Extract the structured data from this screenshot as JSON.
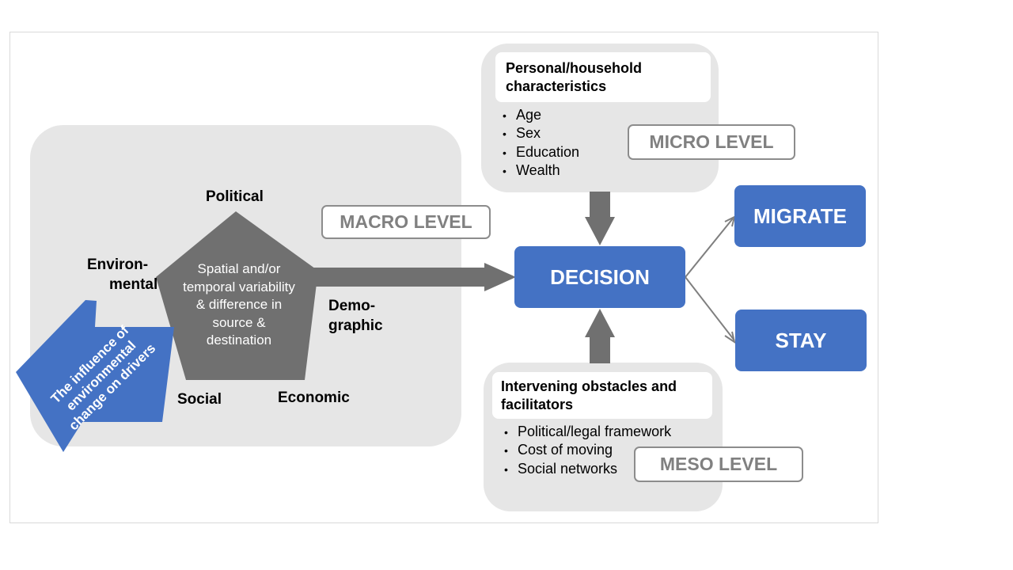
{
  "macro": {
    "level_label": "MACRO LEVEL",
    "pentagon_text": [
      "Spatial and/or",
      "temporal variability",
      "& difference in",
      "source &",
      "destination"
    ],
    "drivers": {
      "political": "Political",
      "environmental": [
        "Environ-",
        "mental"
      ],
      "demographic": [
        "Demo-",
        "graphic"
      ],
      "social": "Social",
      "economic": "Economic"
    },
    "influence_arrow_text": [
      "The influence of",
      "environmental",
      "change on drivers"
    ]
  },
  "micro": {
    "level_label": "MICRO LEVEL",
    "heading": [
      "Personal/household",
      "characteristics"
    ],
    "items": [
      "Age",
      "Sex",
      "Education",
      "Wealth"
    ]
  },
  "meso": {
    "level_label": "MESO LEVEL",
    "heading": [
      "Intervening obstacles and",
      "facilitators"
    ],
    "items": [
      "Political/legal framework",
      "Cost of moving",
      "Social networks"
    ]
  },
  "decision": {
    "label": "DECISION"
  },
  "outcomes": {
    "migrate": "MIGRATE",
    "stay": "STAY"
  },
  "colors": {
    "panel": "#e6e6e6",
    "dark_grey": "#707070",
    "blue": "#4472c4",
    "level_text": "#808080"
  }
}
